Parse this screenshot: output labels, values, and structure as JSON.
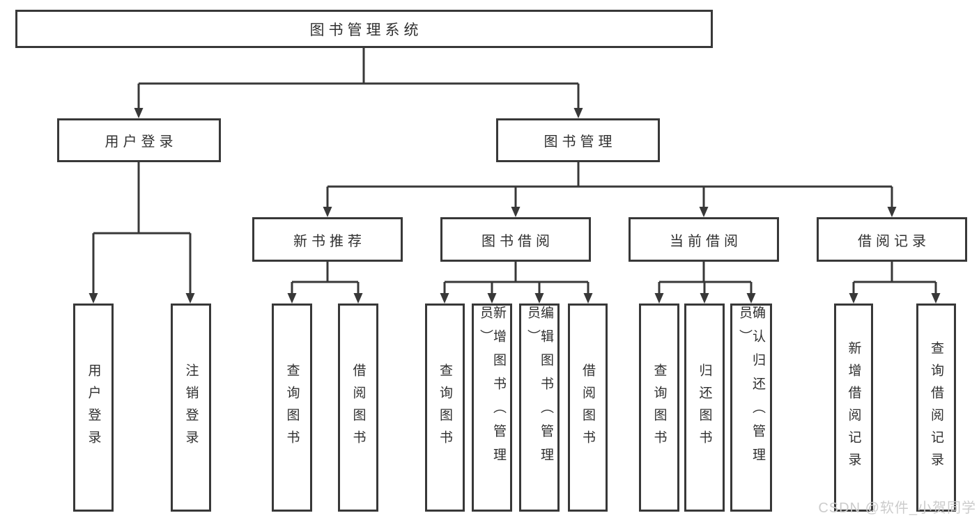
{
  "tree": {
    "label": "图书管理系统",
    "children": [
      {
        "label": "用户登录",
        "children": [
          {
            "label": "用户登录"
          },
          {
            "label": "注销登录"
          }
        ]
      },
      {
        "label": "图书管理",
        "children": [
          {
            "label": "新书推荐",
            "children": [
              {
                "label": "查询图书"
              },
              {
                "label": "借阅图书"
              }
            ]
          },
          {
            "label": "图书借阅",
            "children": [
              {
                "label": "查询图书"
              },
              {
                "label": "新增图书（管理员）"
              },
              {
                "label": "编辑图书（管理员）"
              },
              {
                "label": "借阅图书"
              }
            ]
          },
          {
            "label": "当前借阅",
            "children": [
              {
                "label": "查询图书"
              },
              {
                "label": "归还图书"
              },
              {
                "label": "确认归还（管理员）"
              }
            ]
          },
          {
            "label": "借阅记录",
            "children": [
              {
                "label": "新增借阅记录"
              },
              {
                "label": "查询借阅记录"
              }
            ]
          }
        ]
      }
    ]
  },
  "watermark": {
    "text": "CSDN @软件_小贺同学"
  },
  "colors": {
    "line": "#383838",
    "text": "#303030",
    "background": "#ffffff",
    "watermark": "#cccccc"
  }
}
